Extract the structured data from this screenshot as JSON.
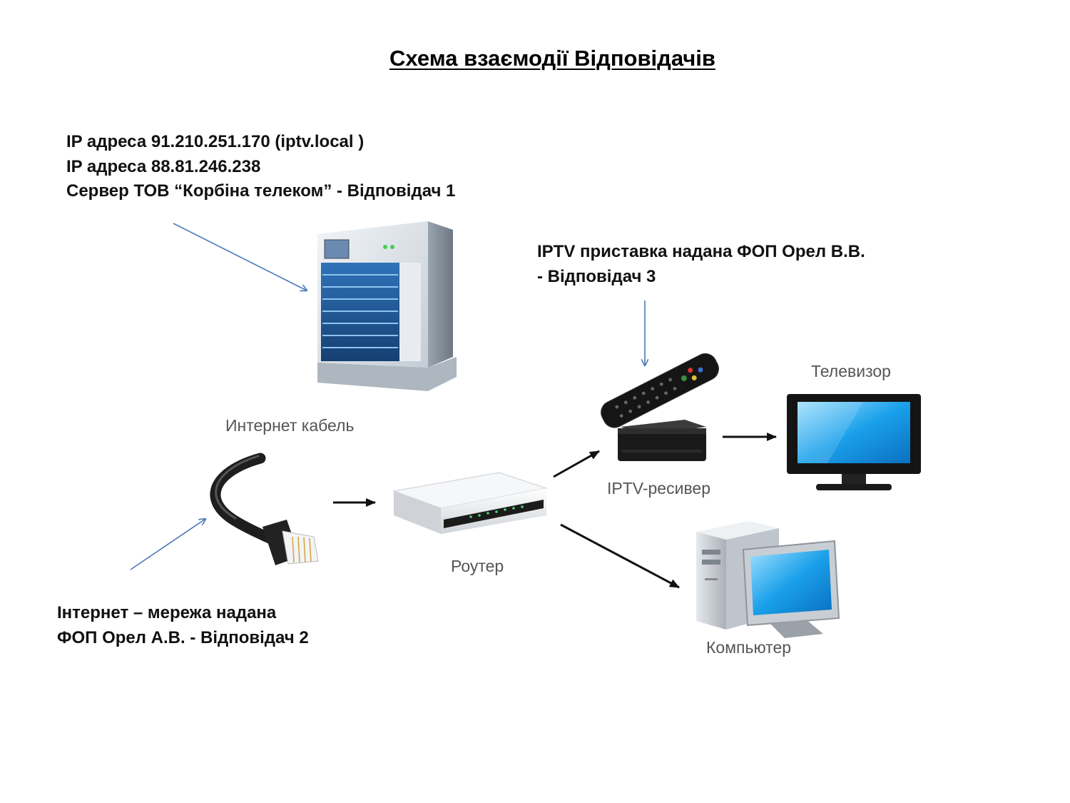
{
  "title": "Схема взаємодії Відповідачів",
  "annotations": {
    "server": {
      "lines": [
        "IP адреса 91.210.251.170 (iptv.local )",
        "IP адреса 88.81.246.238",
        "Сервер ТОВ “Корбіна телеком” - Відповідач 1"
      ]
    },
    "iptv": {
      "lines": [
        "IPTV приставка надана ФОП Орел В.В.",
        "- Відповідач 3"
      ]
    },
    "internet": {
      "lines": [
        "Інтернет – мережа надана",
        "ФОП Орел А.В.  -  Відповідач 2"
      ]
    }
  },
  "labels": {
    "cable": "Интернет кабель",
    "router": "Роутер",
    "receiver": "IPTV-ресивер",
    "tv": "Телевизор",
    "computer": "Компьютер"
  },
  "icons": {
    "server": "server-tower-icon",
    "cable": "ethernet-cable-icon",
    "router": "router-icon",
    "receiver": "iptv-receiver-icon",
    "remote": "remote-control-icon",
    "tv": "television-icon",
    "computer": "desktop-computer-icon"
  },
  "colors": {
    "pointer_arrows": "#4a78b8",
    "flow_arrows": "#111111",
    "screen_blue": "#1aa0ea"
  }
}
